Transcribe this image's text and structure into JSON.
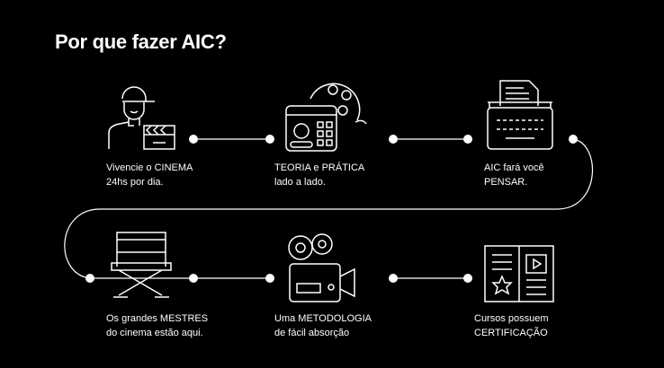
{
  "title": "Por que fazer AIC?",
  "items": [
    {
      "icon": "director-clapperboard-icon",
      "line1": "Vivencie o CINEMA",
      "line2": "24hs por dia."
    },
    {
      "icon": "film-reel-editor-icon",
      "line1": "TEORIA e PRÁTICA",
      "line2": "lado a lado."
    },
    {
      "icon": "typewriter-icon",
      "line1": "AIC fará você",
      "line2": "PENSAR."
    },
    {
      "icon": "director-chair-icon",
      "line1": "Os grandes MESTRES",
      "line2": "do cinema estão aqui."
    },
    {
      "icon": "film-camera-icon",
      "line1": "Uma METODOLOGIA",
      "line2": "de fácil absorção"
    },
    {
      "icon": "certificate-icon",
      "line1": "Cursos possuem",
      "line2": "CERTIFICAÇÃO"
    }
  ],
  "colors": {
    "background": "#000000",
    "foreground": "#ffffff"
  }
}
